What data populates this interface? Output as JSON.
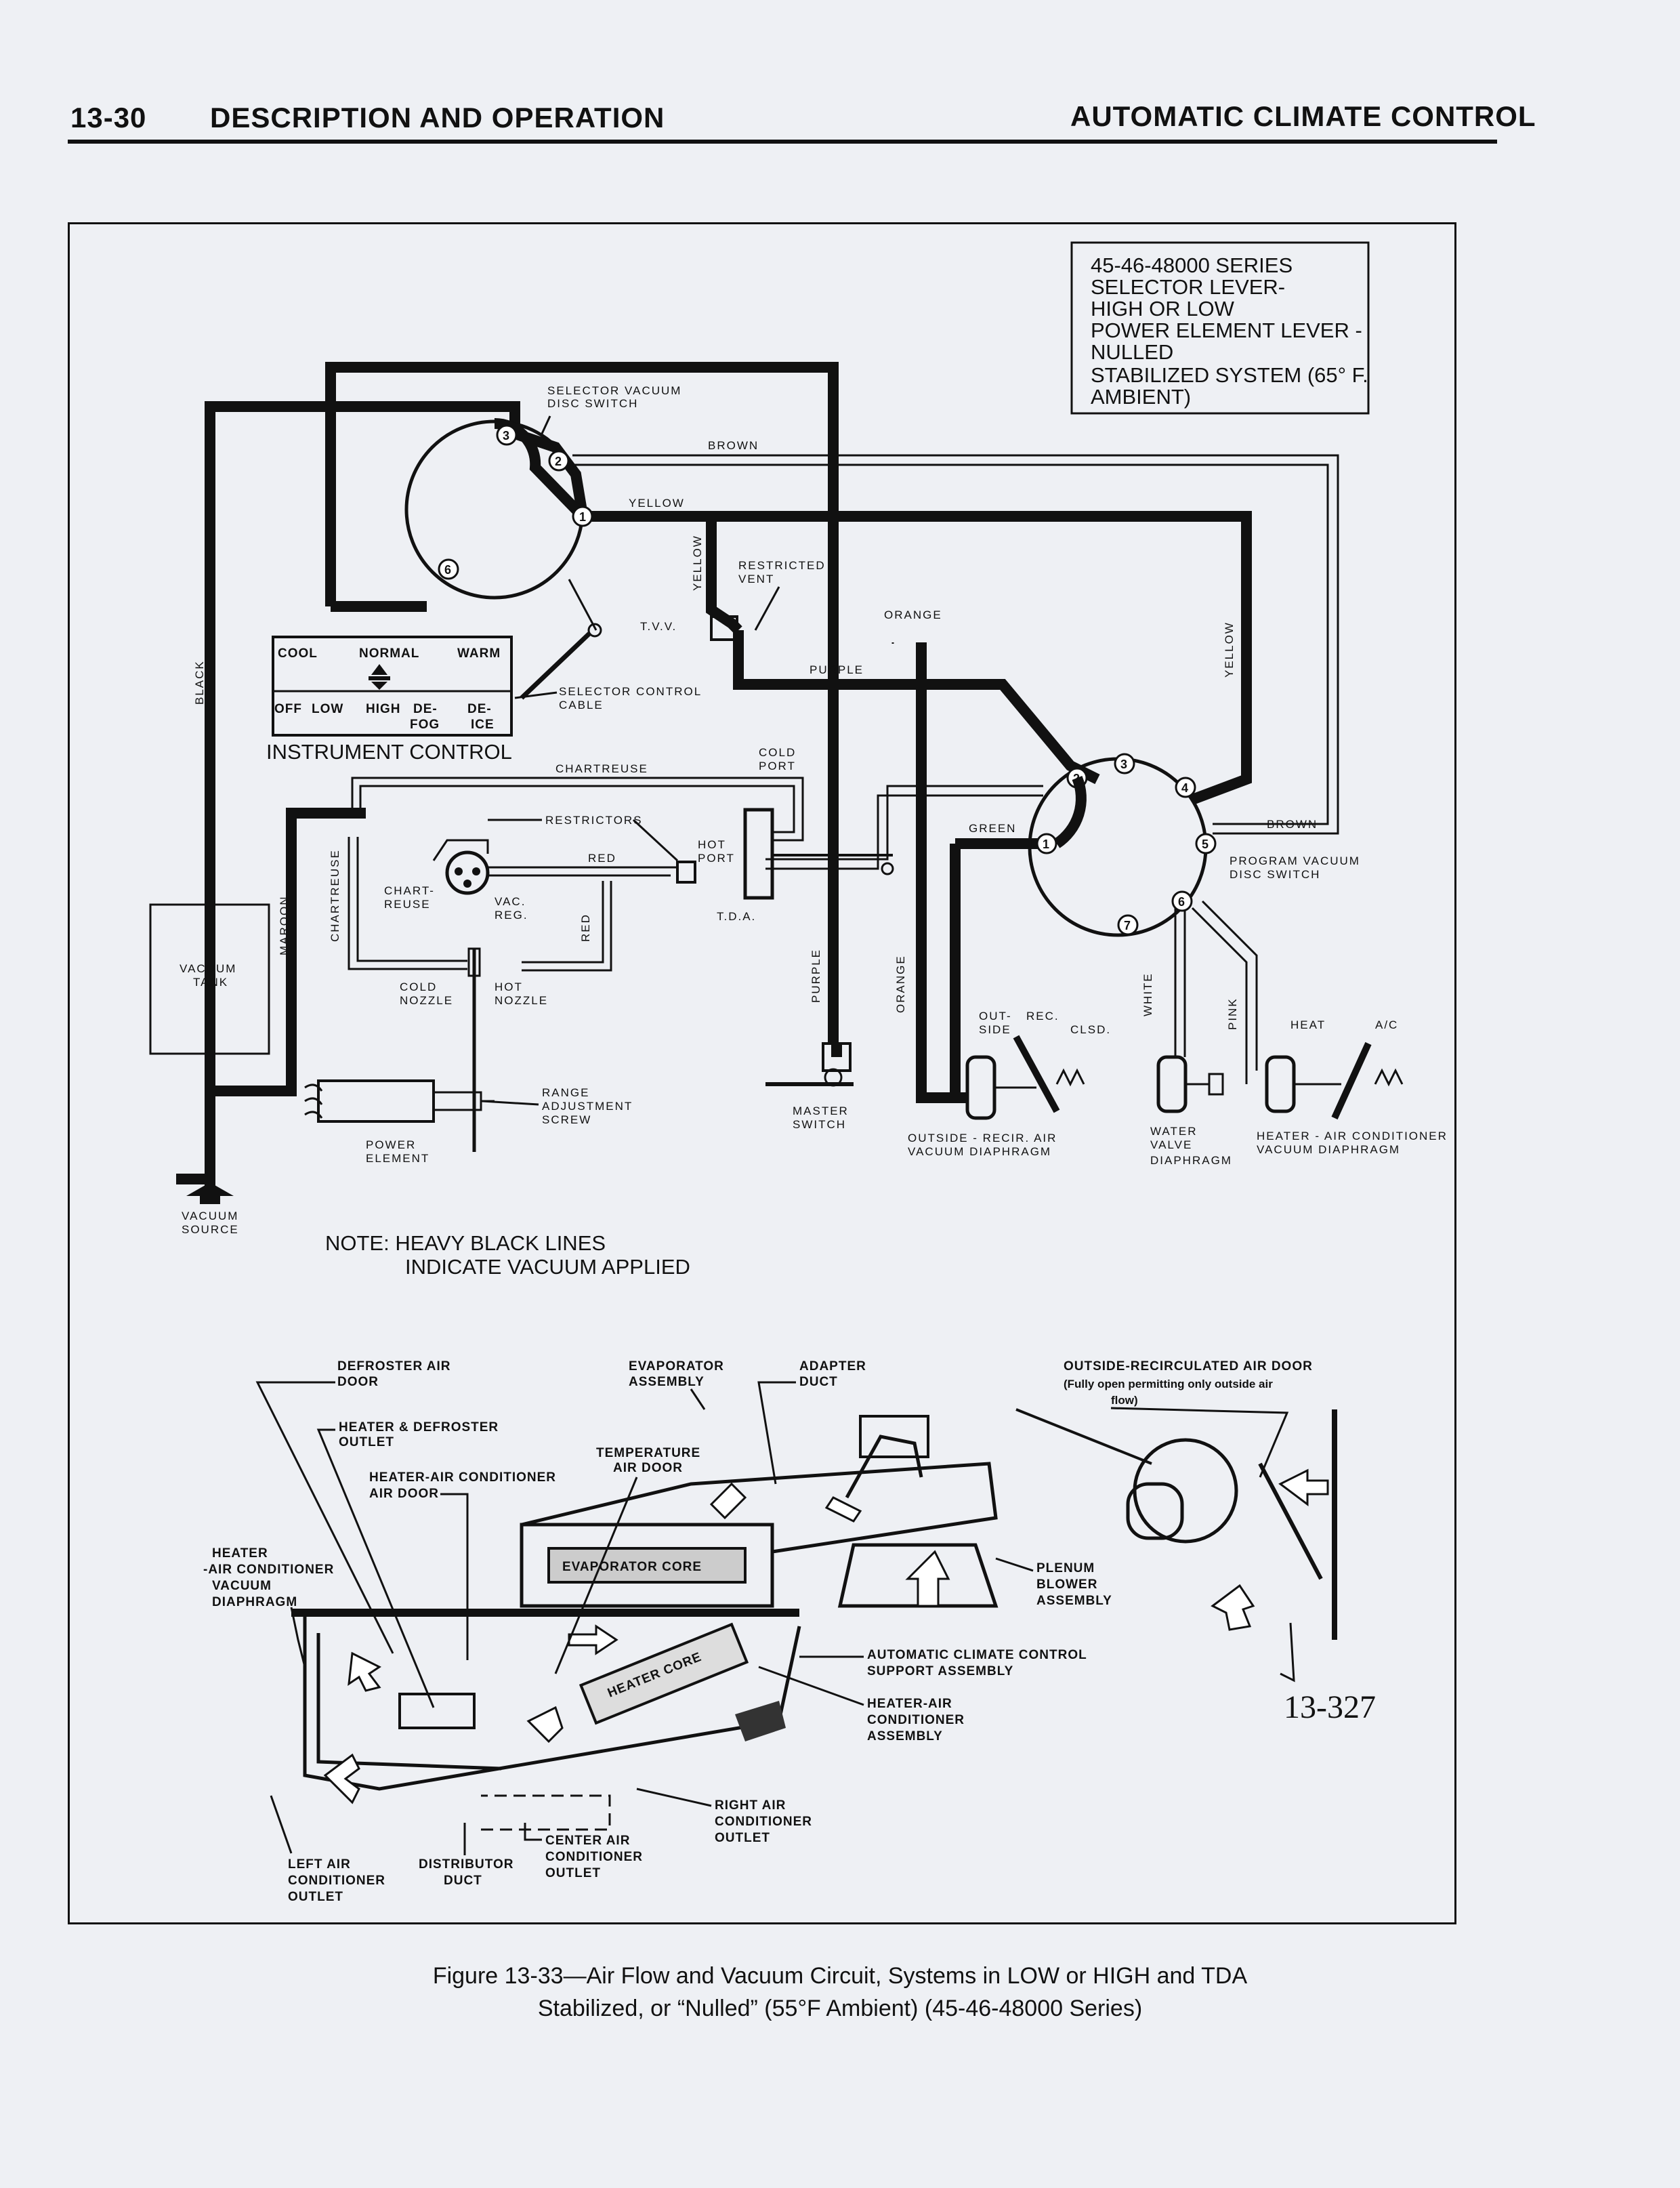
{
  "header": {
    "page_number": "13-30",
    "section": "DESCRIPTION AND OPERATION",
    "chapter": "AUTOMATIC CLIMATE CONTROL"
  },
  "info_box": {
    "lines": [
      "45-46-48000 SERIES",
      "SELECTOR LEVER-",
      "HIGH OR LOW",
      "POWER ELEMENT LEVER -",
      "NULLED",
      "STABILIZED SYSTEM (65° F.",
      "AMBIENT)"
    ]
  },
  "instrument_control": {
    "title": "INSTRUMENT CONTROL",
    "row1": [
      "COOL",
      "NORMAL",
      "WARM"
    ],
    "row2": [
      "OFF",
      "LOW",
      "HIGH",
      "DE-",
      "FOG",
      "DE-",
      "ICE"
    ]
  },
  "vacuum_labels": {
    "selector_switch": [
      "SELECTOR VACUUM",
      "DISC SWITCH"
    ],
    "brown": "BROWN",
    "yellow": "YELLOW",
    "restricted_vent": [
      "RESTRICTED",
      "VENT"
    ],
    "tvv": "T.V.V.",
    "orange": "ORANGE",
    "purple": "PURPLE",
    "black": "BLACK",
    "selector_cable": [
      "SELECTOR CONTROL",
      "CABLE"
    ],
    "chartreuse": "CHARTREUSE",
    "cold_port": [
      "COLD",
      "PORT"
    ],
    "restrictors": "RESTRICTORS",
    "red": "RED",
    "hot_port": [
      "HOT",
      "PORT"
    ],
    "tda": "T.D.A.",
    "green": "GREEN",
    "program_switch": [
      "PROGRAM VACUUM",
      "DISC SWITCH"
    ],
    "vacuum_tank": [
      "VACUUM",
      "TANK"
    ],
    "maroon": "MAROON",
    "chart_reuse": [
      "CHART-",
      "REUSE"
    ],
    "vac_reg": [
      "VAC.",
      "REG."
    ],
    "cold_nozzle": [
      "COLD",
      "NOZZLE"
    ],
    "hot_nozzle": [
      "HOT",
      "NOZZLE"
    ],
    "range_screw": [
      "RANGE",
      "ADJUSTMENT",
      "SCREW"
    ],
    "power_element": [
      "POWER",
      "ELEMENT"
    ],
    "master_switch": [
      "MASTER",
      "SWITCH"
    ],
    "outside": [
      "OUT-",
      "SIDE"
    ],
    "rec": "REC.",
    "clsd": "CLSD.",
    "white": "WHITE",
    "pink": "PINK",
    "heat": "HEAT",
    "ac": "A/C",
    "outside_recir": [
      "OUTSIDE - RECIR. AIR",
      "VACUUM DIAPHRAGM"
    ],
    "water_valve": [
      "WATER",
      "VALVE",
      "DIAPHRAGM"
    ],
    "heater_ac_diaphragm": [
      "HEATER - AIR CONDITIONER",
      "VACUUM DIAPHRAGM"
    ],
    "vacuum_source": [
      "VACUUM",
      "SOURCE"
    ],
    "note": [
      "NOTE: HEAVY BLACK LINES",
      "INDICATE VACUUM APPLIED"
    ],
    "switch_numbers": [
      "1",
      "2",
      "3",
      "6"
    ],
    "program_numbers": [
      "1",
      "2",
      "3",
      "4",
      "5",
      "6",
      "7"
    ]
  },
  "airflow_labels": {
    "defroster_door": [
      "DEFROSTER AIR",
      "DOOR"
    ],
    "evaporator_assembly": [
      "EVAPORATOR",
      "ASSEMBLY"
    ],
    "adapter_duct": [
      "ADAPTER",
      "DUCT"
    ],
    "outside_door": [
      "OUTSIDE-RECIRCULATED AIR DOOR",
      "(Fully open permitting only outside air",
      "flow)"
    ],
    "heater_defroster_outlet": [
      "HEATER & DEFROSTER",
      "OUTLET"
    ],
    "temperature_door": [
      "TEMPERATURE",
      "AIR  DOOR"
    ],
    "heater_ac_door": [
      "HEATER-AIR CONDITIONER",
      "AIR DOOR"
    ],
    "heater_ac_vac_diaphragm": [
      "HEATER",
      "-AIR CONDITIONER",
      "VACUUM",
      "DIAPHRAGM"
    ],
    "evaporator_core": "EVAPORATOR CORE",
    "heater_core": "HEATER CORE",
    "plenum_blower": [
      "PLENUM",
      "BLOWER",
      "ASSEMBLY"
    ],
    "support_assembly": [
      "AUTOMATIC CLIMATE CONTROL",
      "SUPPORT ASSEMBLY"
    ],
    "heater_ac_assembly": [
      "HEATER-AIR",
      "CONDITIONER",
      "ASSEMBLY"
    ],
    "right_outlet": [
      "RIGHT AIR",
      "CONDITIONER",
      "OUTLET"
    ],
    "center_outlet": [
      "CENTER AIR",
      "CONDITIONER",
      "OUTLET"
    ],
    "distributor_duct": [
      "DISTRIBUTOR",
      "DUCT"
    ],
    "left_outlet": [
      "LEFT AIR",
      "CONDITIONER",
      "OUTLET"
    ]
  },
  "figure_number": "13-327",
  "caption": {
    "line1": "Figure 13-33—Air Flow and Vacuum Circuit, Systems in LOW or HIGH and TDA",
    "line2": "Stabilized, or “Nulled” (55°F Ambient) (45-46-48000 Series)"
  }
}
